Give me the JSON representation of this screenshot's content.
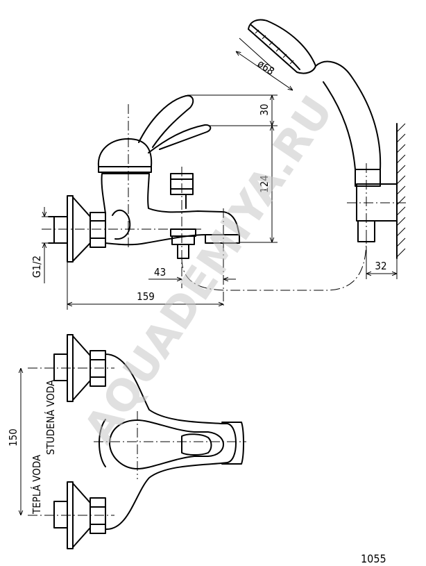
{
  "drawing": {
    "watermark": "AQUADEMIYA.RU",
    "code": "1055"
  },
  "dimensions": {
    "shower_head_diameter": "ø68",
    "lever_height": "30",
    "spout_height": "124",
    "thread": "G1/2",
    "outlet_offset": "43",
    "depth": "159",
    "holder_wall": "32",
    "centers": "150"
  },
  "labels": {
    "cold_water": "STUDENÁ VODA",
    "warm_water": "TEPLÁ VODA"
  }
}
